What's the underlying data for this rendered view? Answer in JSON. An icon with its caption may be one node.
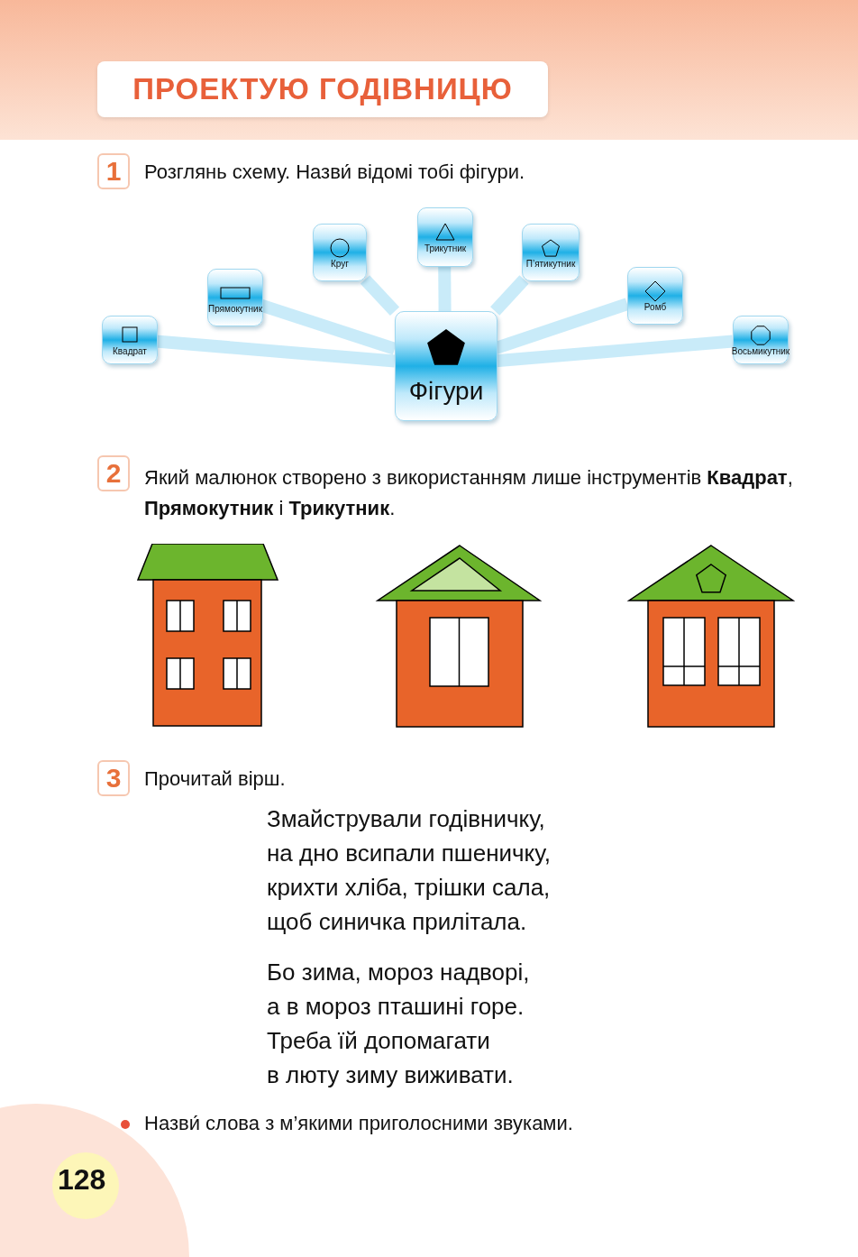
{
  "diagram": {
    "title": "ПРОЕКТУЮ ГОДІВНИЦЮ",
    "nodes": [
      {
        "text": [
          "Квадрат"
        ]
      },
      {
        "text": [
          "Прямокутник"
        ]
      },
      {
        "text": [
          "Круг"
        ]
      },
      {
        "text": [
          "Трикутник"
        ]
      },
      {
        "text": [
          "П’ятикутник"
        ]
      },
      {
        "text": [
          "Ромб"
        ]
      },
      {
        "text": [
          "Восьмикутник"
        ]
      },
      {
        "text": [
          "Фігури"
        ]
      }
    ],
    "edges": [
      {
        "from": 7,
        "to": 0,
        "arrow": "none"
      },
      {
        "from": 7,
        "to": 1,
        "arrow": "none"
      },
      {
        "from": 7,
        "to": 2,
        "arrow": "none"
      },
      {
        "from": 7,
        "to": 3,
        "arrow": "none"
      },
      {
        "from": 7,
        "to": 4,
        "arrow": "none"
      },
      {
        "from": 7,
        "to": 5,
        "arrow": "none"
      },
      {
        "from": 7,
        "to": 6,
        "arrow": "none"
      }
    ],
    "labels": [
      "1",
      "Розглянь схему. Назви́ відомі тобі фігури.",
      "2",
      "Який малюнок створено з використанням лише інструментів **Квадрат**, **Прямокутник** і **Трикутник**.",
      "3",
      "Прочитай вірш.",
      "Змайстрували годівничку,",
      "на дно всипали пшеничку,",
      "крихти хліба, трішки сала,",
      "щоб синичка прилітала.",
      "Бо зима, мороз надворі,",
      "а в мороз пташині горе.",
      "Треба їй допомагати",
      "в люту зиму виживати.",
      "Назви́ слова з м’якими приголосними звуками.",
      "128"
    ]
  }
}
